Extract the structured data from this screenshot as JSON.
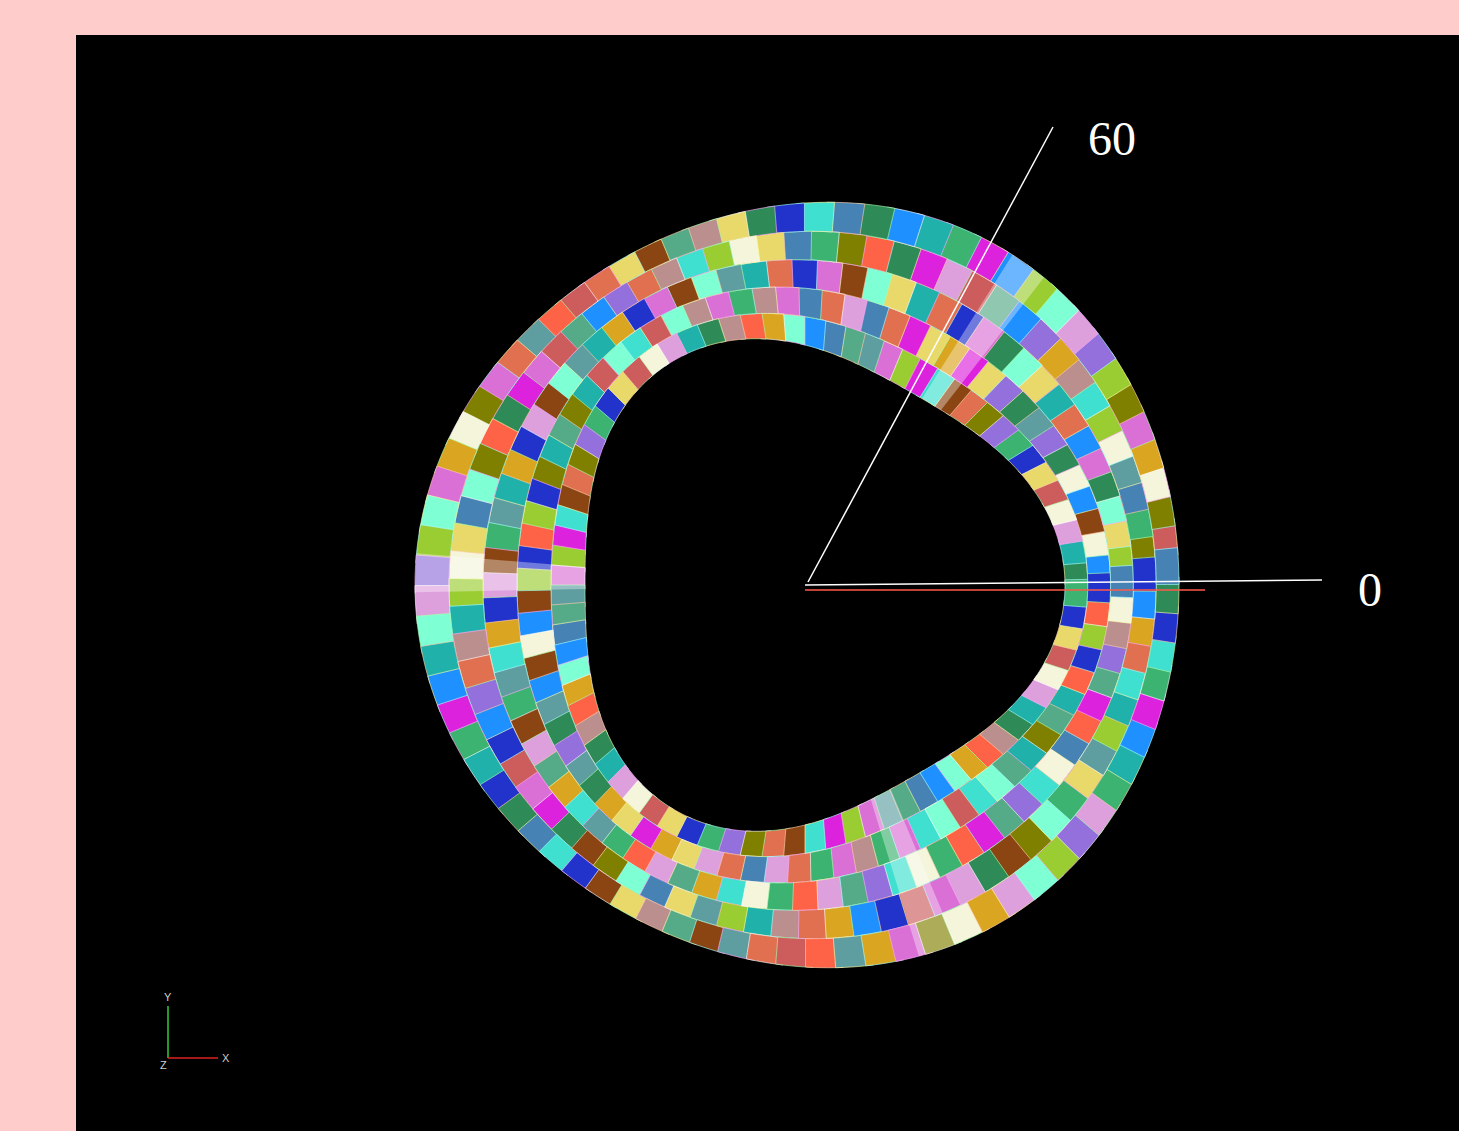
{
  "diagram": {
    "labels": [
      "60",
      "0",
      "Y",
      "X",
      "Z"
    ]
  }
}
